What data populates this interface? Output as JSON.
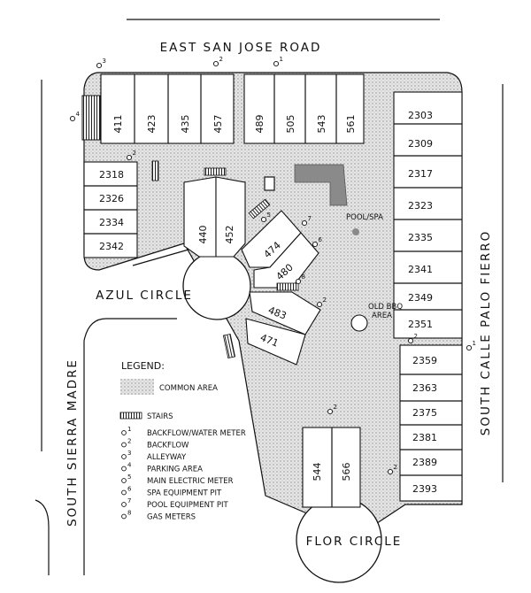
{
  "streets": {
    "north": "EAST SAN JOSE ROAD",
    "west": "SOUTH SIERRA MADRE",
    "east": "SOUTH CALLE PALO FIERRO",
    "azul_circle": "AZUL CIRCLE",
    "flor_circle": "FLOR CIRCLE"
  },
  "areas": {
    "pool": "POOL/SPA",
    "bbq_line1": "OLD BBQ",
    "bbq_line2": "AREA"
  },
  "units": {
    "top_row": [
      "411",
      "423",
      "435",
      "457",
      "489",
      "505",
      "543",
      "561"
    ],
    "left_col": [
      "2318",
      "2326",
      "2334",
      "2342"
    ],
    "right_col_top": [
      "2303",
      "2309",
      "2317",
      "2323",
      "2335",
      "2341",
      "2349",
      "2351"
    ],
    "right_col_bottom": [
      "2359",
      "2363",
      "2375",
      "2381",
      "2389",
      "2393"
    ],
    "azul_block": [
      "440",
      "452"
    ],
    "azul_east": [
      "474",
      "480",
      "483",
      "471"
    ],
    "flor_block": [
      "544",
      "566"
    ]
  },
  "markers": [
    {
      "id": "m3-top",
      "sup": "3"
    },
    {
      "id": "m2-top",
      "sup": "2"
    },
    {
      "id": "m1-top",
      "sup": "1"
    },
    {
      "id": "m4-left",
      "sup": "4"
    },
    {
      "id": "m2-left",
      "sup": "2"
    },
    {
      "id": "m5",
      "sup": "5"
    },
    {
      "id": "m7",
      "sup": "7"
    },
    {
      "id": "m6",
      "sup": "6"
    },
    {
      "id": "m8",
      "sup": "8"
    },
    {
      "id": "m2-mid",
      "sup": "2"
    },
    {
      "id": "m2-right",
      "sup": "2"
    },
    {
      "id": "m1-right",
      "sup": "1"
    },
    {
      "id": "m2-flor",
      "sup": "2"
    },
    {
      "id": "m2-bottom",
      "sup": "2"
    }
  ],
  "legend": {
    "title": "LEGEND:",
    "common_area": "COMMON AREA",
    "stairs": "STAIRS",
    "items": [
      {
        "sup": "1",
        "text": "BACKFLOW/WATER METER"
      },
      {
        "sup": "2",
        "text": "BACKFLOW"
      },
      {
        "sup": "3",
        "text": "ALLEYWAY"
      },
      {
        "sup": "4",
        "text": "PARKING AREA"
      },
      {
        "sup": "5",
        "text": "MAIN ELECTRIC METER"
      },
      {
        "sup": "6",
        "text": "SPA EQUIPMENT PIT"
      },
      {
        "sup": "7",
        "text": "POOL EQUIPMENT PIT"
      },
      {
        "sup": "8",
        "text": "GAS METERS"
      }
    ]
  },
  "colors": {
    "common_area": "#d2d2d2",
    "pool": "#8a8a8a",
    "ink": "#111111"
  }
}
